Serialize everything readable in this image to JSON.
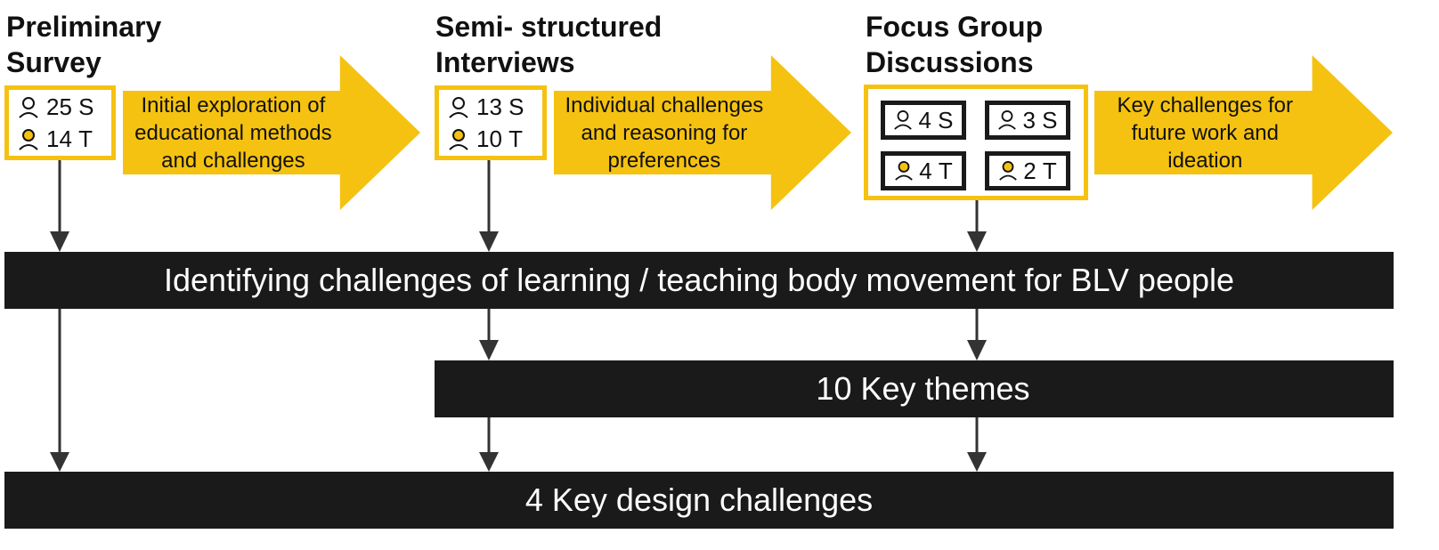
{
  "stages": [
    {
      "title_lines": [
        "Preliminary",
        "Survey"
      ],
      "participants": [
        {
          "kind": "student",
          "count": "25",
          "code": "S"
        },
        {
          "kind": "teacher",
          "count": "14",
          "code": "T"
        }
      ],
      "arrow_lines": [
        "Initial exploration of",
        "educational methods",
        "and challenges"
      ]
    },
    {
      "title_lines": [
        "Semi- structured",
        "Interviews"
      ],
      "participants": [
        {
          "kind": "student",
          "count": "13",
          "code": "S"
        },
        {
          "kind": "teacher",
          "count": "10",
          "code": "T"
        }
      ],
      "arrow_lines": [
        "Individual challenges",
        "and reasoning for",
        "preferences"
      ]
    },
    {
      "title_lines": [
        "Focus Group",
        "Discussions"
      ],
      "groups": [
        {
          "kind": "student",
          "count": "4",
          "code": "S"
        },
        {
          "kind": "student",
          "count": "3",
          "code": "S"
        },
        {
          "kind": "teacher",
          "count": "4",
          "code": "T"
        },
        {
          "kind": "teacher",
          "count": "2",
          "code": "T"
        }
      ],
      "arrow_lines": [
        "Key challenges for",
        "future work and",
        "ideation"
      ]
    }
  ],
  "bars": {
    "identifying": "Identifying challenges of learning / teaching body movement for BLV people",
    "themes": "10 Key themes",
    "design": "4 Key design challenges"
  },
  "colors": {
    "accent": "#F5C211",
    "dark": "#1a1a1a",
    "connector": "#333333"
  },
  "icons": {
    "student": "person-outline-icon",
    "teacher": "person-filled-head-icon"
  }
}
